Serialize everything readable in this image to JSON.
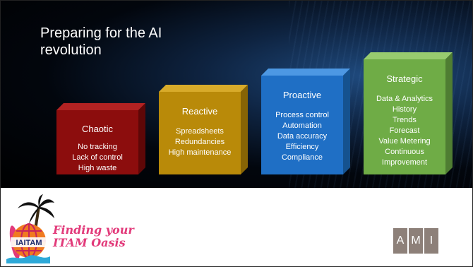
{
  "slide": {
    "title": "Preparing for the AI\nrevolution",
    "stages": [
      {
        "heading": "Chaotic",
        "items": [
          "No tracking",
          "Lack of control",
          "High waste"
        ],
        "front": "#8c0d0d",
        "top": "#b22222",
        "side": "#5e0707"
      },
      {
        "heading": "Reactive",
        "items": [
          "Spreadsheets",
          "Redundancies",
          "High maintenance"
        ],
        "front": "#b98a09",
        "top": "#d8ab2a",
        "side": "#876405"
      },
      {
        "heading": "Proactive",
        "items": [
          "Process control",
          "Automation",
          "Data accuracy",
          "Efficiency",
          "Compliance"
        ],
        "front": "#1f6fc5",
        "top": "#4d98e3",
        "side": "#15528f"
      },
      {
        "heading": "Strategic",
        "items": [
          "Data & Analytics",
          "History",
          "Trends",
          "Forecast",
          "Value Metering",
          "Continuous",
          "Improvement"
        ],
        "front": "#6fac46",
        "top": "#98cc6f",
        "side": "#4f7d32"
      }
    ]
  },
  "logos": {
    "iaitam_badge": "IAITAM",
    "tagline_line1": "Finding your",
    "tagline_line2": "ITAM Oasis",
    "ami_letters": [
      "A",
      "M",
      "I"
    ]
  }
}
